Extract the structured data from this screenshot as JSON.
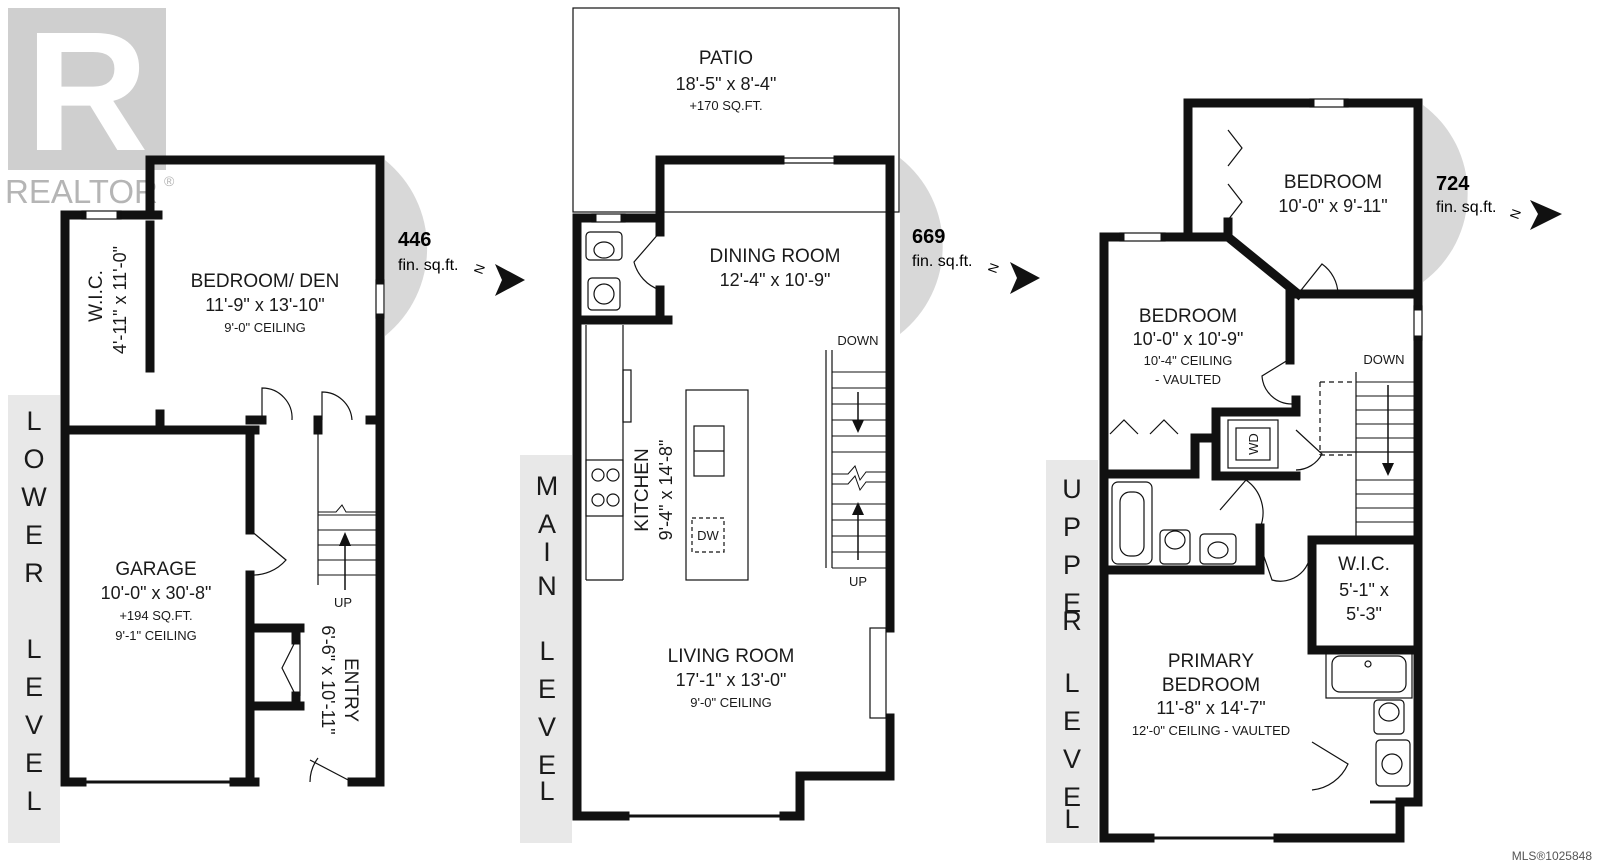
{
  "branding": {
    "logo_letter": "R",
    "logo_text": "REALTOR",
    "registered_mark": "®",
    "mls_number": "MLS®1025848"
  },
  "north_label": "N",
  "lower": {
    "level_letters": [
      "L",
      "O",
      "W",
      "E",
      "R",
      " ",
      "L",
      "E",
      "V",
      "E",
      "L"
    ],
    "area_value": "446",
    "area_unit": "fin. sq.ft.",
    "wic": {
      "name": "W.I.C.",
      "dims": "4'-11\" x 11'-0\""
    },
    "bedroom_den": {
      "name": "BEDROOM/ DEN",
      "dims": "11'-9\" x 13'-10\"",
      "note": "9'-0\" CEILING"
    },
    "garage": {
      "name": "GARAGE",
      "dims": "10'-0\" x 30'-8\"",
      "extra": "+194 SQ.FT.",
      "note": "9'-1\" CEILING"
    },
    "entry": {
      "name": "ENTRY",
      "dims": "6'-6\" x 10'-11\""
    },
    "stair_label": "UP"
  },
  "main": {
    "level_letters": [
      "M",
      "A",
      "I",
      "N",
      " ",
      "L",
      "E",
      "V",
      "E",
      "L"
    ],
    "area_value": "669",
    "area_unit": "fin. sq.ft.",
    "patio": {
      "name": "PATIO",
      "dims": "18'-5\" x 8'-4\"",
      "extra": "+170 SQ.FT."
    },
    "dining": {
      "name": "DINING ROOM",
      "dims": "12'-4\" x 10'-9\""
    },
    "kitchen": {
      "name": "KITCHEN",
      "dims": "9'-4\" x 14'-8\"",
      "dw": "DW"
    },
    "living": {
      "name": "LIVING ROOM",
      "dims": "17'-1\" x 13'-0\"",
      "note": "9'-0\" CEILING"
    },
    "stair_down": "DOWN",
    "stair_up": "UP"
  },
  "upper": {
    "level_letters": [
      "U",
      "P",
      "P",
      "E",
      "R",
      " ",
      "L",
      "E",
      "V",
      "E",
      "L"
    ],
    "area_value": "724",
    "area_unit": "fin. sq.ft.",
    "bedroom1": {
      "name": "BEDROOM",
      "dims": "10'-0\" x 9'-11\""
    },
    "bedroom2": {
      "name": "BEDROOM",
      "dims": "10'-0\" x 10'-9\"",
      "note1": "10'-4\" CEILING",
      "note2": "- VAULTED"
    },
    "wd": "WD",
    "wic": {
      "name": "W.I.C.",
      "dims1": "5'-1\" x",
      "dims2": "5'-3\""
    },
    "primary": {
      "name1": "PRIMARY",
      "name2": "BEDROOM",
      "dims": "11'-8\" x 14'-7\"",
      "note": "12'-0\" CEILING - VAULTED"
    },
    "stair_down": "DOWN"
  }
}
